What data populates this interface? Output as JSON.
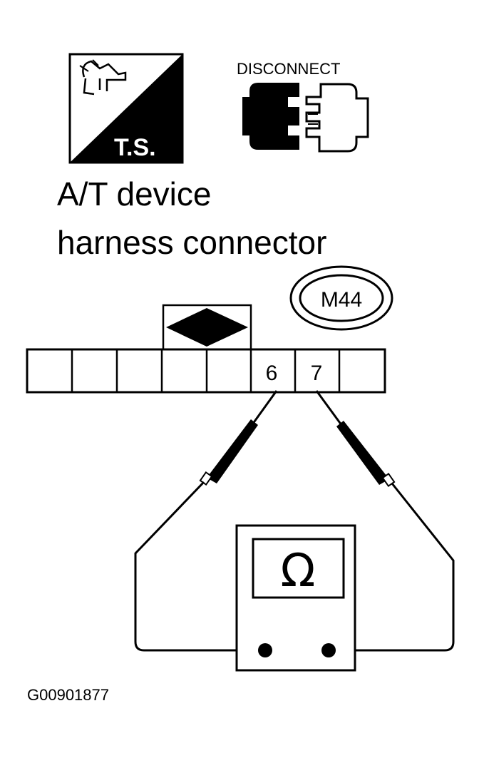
{
  "icons": {
    "ts_label": "T.S.",
    "ts_icon": "troubleshooting-icon",
    "disconnect_label": "DISCONNECT",
    "disconnect_icon": "disconnect-connector-icon"
  },
  "title": {
    "line1": "A/T device",
    "line2": "harness connector"
  },
  "connector": {
    "id": "M44",
    "pins_labeled": [
      "6",
      "7"
    ],
    "pin_count": 8
  },
  "meter": {
    "symbol": "Ω",
    "icon": "ohmmeter-icon"
  },
  "figure_id": "G00901877",
  "colors": {
    "ink": "#000000",
    "paper": "#ffffff"
  }
}
